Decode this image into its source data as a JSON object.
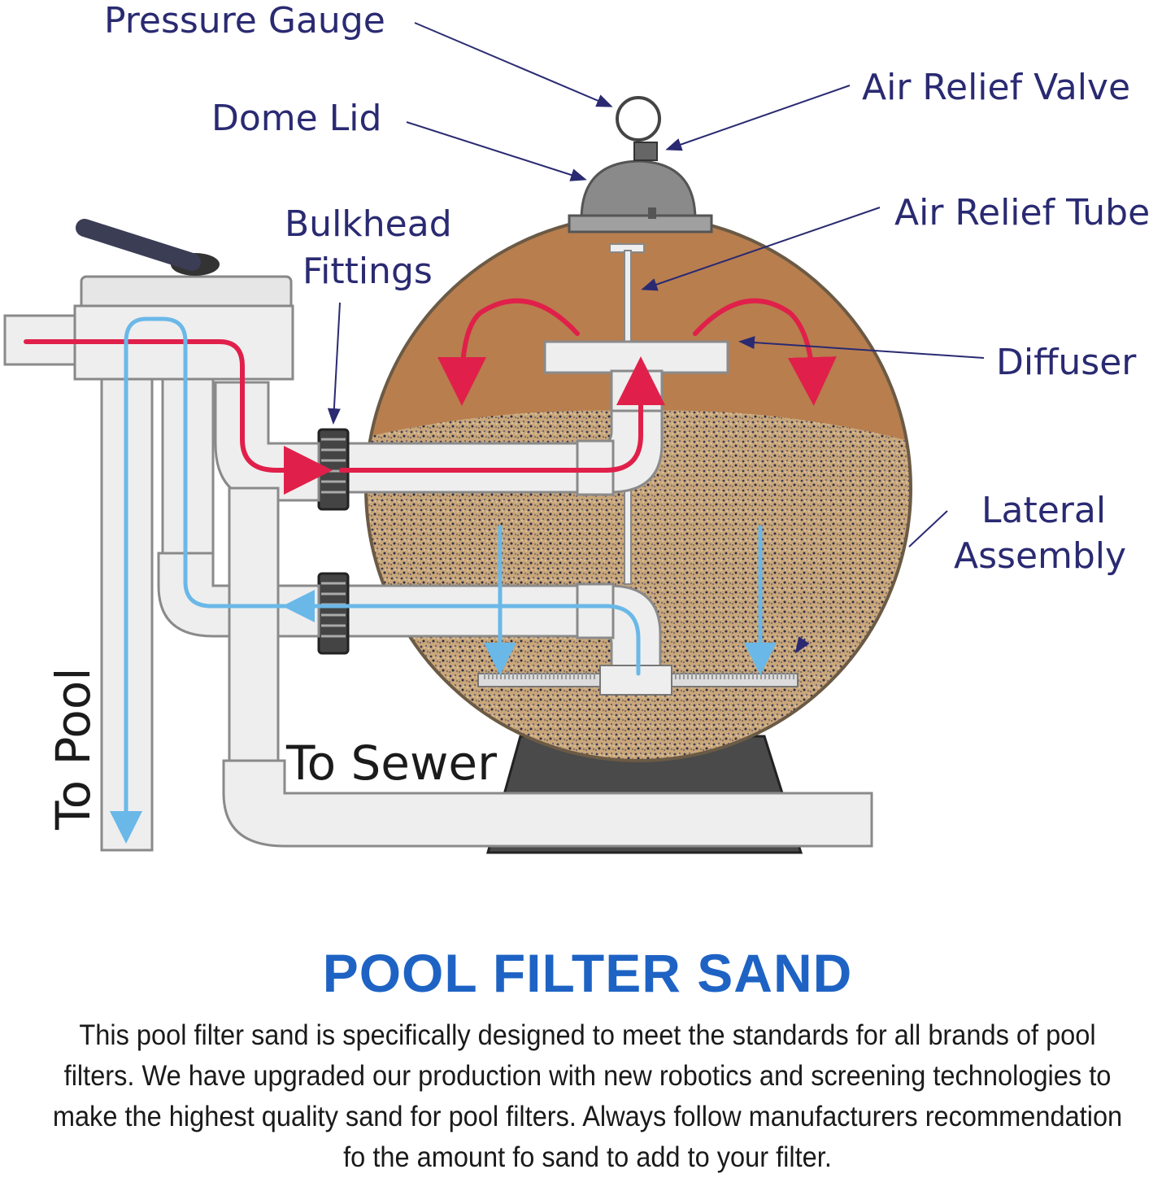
{
  "diagram": {
    "labels": {
      "pressure_gauge": "Pressure Gauge",
      "air_relief_valve": "Air Relief Valve",
      "dome_lid": "Dome Lid",
      "air_relief_tube": "Air Relief Tube",
      "bulkhead_line1": "Bulkhead",
      "bulkhead_line2": "Fittings",
      "diffuser": "Diffuser",
      "lateral_line1": "Lateral",
      "lateral_line2": "Assembly",
      "to_pool": "To Pool",
      "to_sewer": "To Sewer"
    },
    "colors": {
      "sand_top": "#b87e4e",
      "pipe": "#eeeeee",
      "pipe_stroke": "#9a9a9a",
      "inflow": "#e0204a",
      "outflow": "#6ab8e8",
      "label": "#2a2a72",
      "stand": "#4a4a4a"
    }
  },
  "text": {
    "title": "POOL FILTER SAND",
    "description": "This pool filter sand is specifically designed to meet the standards for all brands of pool filters. We have upgraded our production with new robotics and screening technologies to make the highest quality sand for pool filters.  Always follow manufacturers recommendation fo the amount fo sand to add to your filter."
  }
}
